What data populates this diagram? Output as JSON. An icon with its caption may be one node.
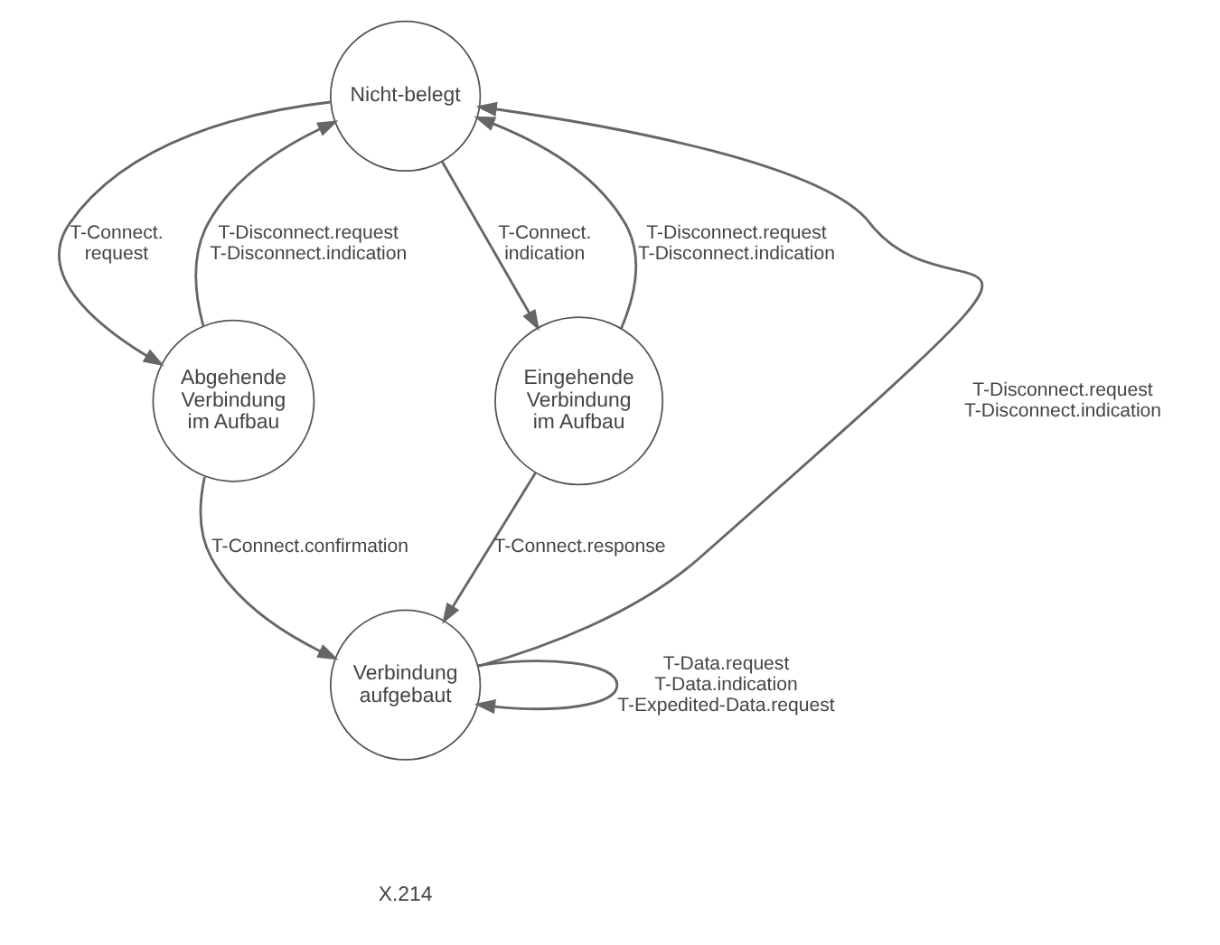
{
  "diagram": {
    "nodes": [
      {
        "text": [
          "Nicht-belegt"
        ]
      },
      {
        "text": [
          "Abgehende Verbindung im Aufbau"
        ]
      },
      {
        "text": [
          "Eingehende Verbindung im Aufbau"
        ]
      },
      {
        "text": [
          "Verbindung aufgebaut"
        ]
      }
    ],
    "edges": [
      {
        "from": 1,
        "to": 0,
        "arrow": "to",
        "label": "T-Disconnect.request T-Disconnect.indication"
      },
      {
        "from": 0,
        "to": 1,
        "arrow": "to",
        "label": "T-Connect. request"
      },
      {
        "from": 0,
        "to": 2,
        "arrow": "to",
        "label": "T-Connect. indication"
      },
      {
        "from": 2,
        "to": 0,
        "arrow": "to",
        "label": "T-Disconnect.request T-Disconnect.indication"
      },
      {
        "from": 3,
        "to": 0,
        "arrow": "to",
        "label": "T-Disconnect.request T-Disconnect.indication"
      },
      {
        "from": 1,
        "to": 3,
        "arrow": "to",
        "label": "T-Connect.confirmation"
      },
      {
        "from": 2,
        "to": 3,
        "arrow": "to",
        "label": "T-Connect.response"
      },
      {
        "from": 3,
        "to": 3,
        "arrow": "to",
        "label": "T-Data.request T-Data.indication T-Expedited-Data.request"
      }
    ],
    "labels": [
      "X.214"
    ]
  }
}
